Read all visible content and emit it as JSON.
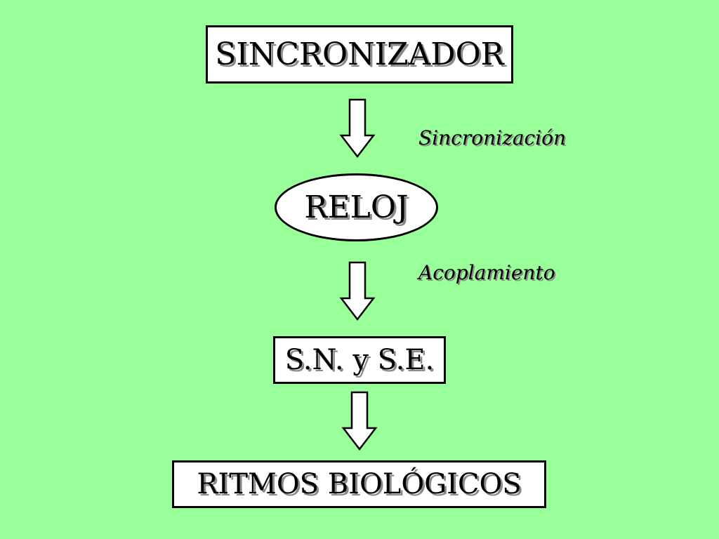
{
  "diagram": {
    "nodes": [
      {
        "id": "sincronizador",
        "shape": "rectangle",
        "label": "SINCRONIZADOR"
      },
      {
        "id": "reloj",
        "shape": "ellipse",
        "label": "RELOJ"
      },
      {
        "id": "sn-se",
        "shape": "rectangle",
        "label": "S.N. y S.E."
      },
      {
        "id": "ritmos",
        "shape": "rectangle",
        "label": "RITMOS BIOLÓGICOS"
      }
    ],
    "edges": [
      {
        "from": "sincronizador",
        "to": "reloj",
        "label": "Sincronización"
      },
      {
        "from": "reloj",
        "to": "sn-se",
        "label": "Acoplamiento"
      },
      {
        "from": "sn-se",
        "to": "ritmos",
        "label": ""
      }
    ]
  },
  "colors": {
    "background": "#99ff99",
    "box_fill": "#ffffff",
    "border": "#000000",
    "text_shadow": "#8a8a8a"
  }
}
